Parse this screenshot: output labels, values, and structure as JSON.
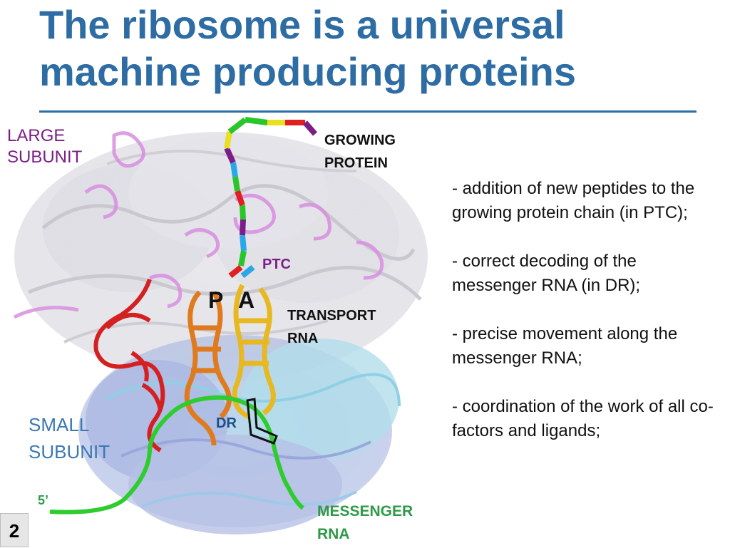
{
  "slide": {
    "title_line1": "The ribosome is a universal",
    "title_line2": "machine producing proteins",
    "page_number": "2"
  },
  "figure": {
    "labels": {
      "large_subunit_line1": "LARGE",
      "large_subunit_line2": "SUBUNIT",
      "growing_protein_line1": "GROWING",
      "growing_protein_line2": "PROTEIN",
      "ptc": "PTC",
      "p_site": "P",
      "a_site": "A",
      "transport_rna_line1": "TRANSPORT",
      "transport_rna_line2": "RNA",
      "small_subunit_line1": "SMALL",
      "small_subunit_line2": "SUBUNIT",
      "dr": "DR",
      "five_prime": "5’",
      "messenger_rna_line1": "MESSENGER",
      "messenger_rna_line2": "RNA"
    }
  },
  "functions": [
    {
      "text": "- addition of new peptides to the growing protein chain (in PTC);"
    },
    {
      "text": "- correct decoding of the messenger RNA (in DR);"
    },
    {
      "text": "- precise movement along the messenger RNA;"
    },
    {
      "text": "- coordination of the work of all co-factors and ligands;"
    }
  ],
  "colors": {
    "title": "#2e6da4",
    "large_subunit_label": "#7b1f86",
    "small_subunit_label": "#3b78b4",
    "messenger_rna": "#2ecc2e",
    "trna_p": "#e07a1e",
    "trna_a": "#e8b820",
    "trna_e": "#d42020"
  }
}
